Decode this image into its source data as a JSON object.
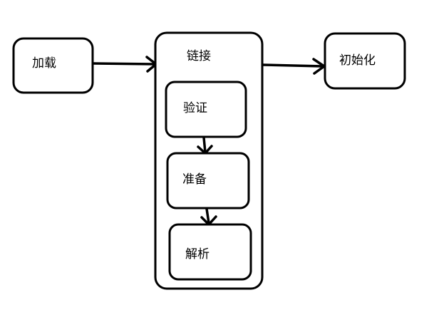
{
  "diagram": {
    "nodes": {
      "load": "加载",
      "link": "链接",
      "verify": "验证",
      "prepare": "准备",
      "resolve": "解析",
      "init": "初始化"
    },
    "colors": {
      "stroke": "#000000",
      "background": "#ffffff"
    }
  }
}
